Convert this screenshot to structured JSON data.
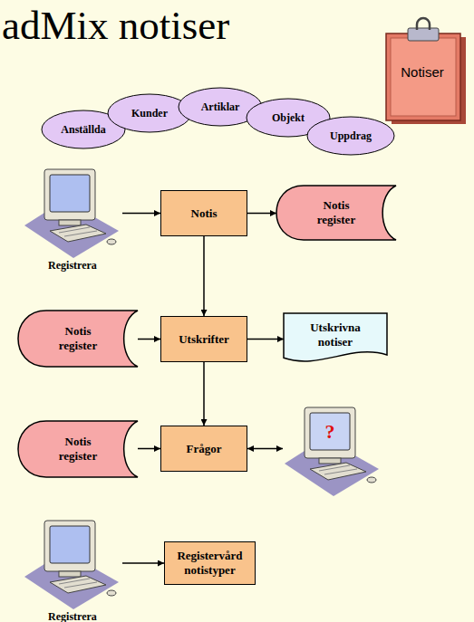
{
  "diagram": {
    "title": "adMix notiser",
    "nodes": [
      {
        "text": [
          "Notiser"
        ]
      },
      {
        "text": [
          "Anställda"
        ]
      },
      {
        "text": [
          "Kunder"
        ]
      },
      {
        "text": [
          "Artiklar"
        ]
      },
      {
        "text": [
          "Objekt"
        ]
      },
      {
        "text": [
          "Uppdrag"
        ]
      },
      {
        "text": [
          "Registrera"
        ]
      },
      {
        "text": [
          "Notis"
        ]
      },
      {
        "text": [
          "Notis register"
        ]
      },
      {
        "text": [
          "Notis register"
        ]
      },
      {
        "text": [
          "Utskrifter"
        ]
      },
      {
        "text": [
          "Utskrivna notiser"
        ]
      },
      {
        "text": [
          "Notis register"
        ]
      },
      {
        "text": [
          "Frågor"
        ]
      },
      {
        "text": [
          "?"
        ]
      },
      {
        "text": [
          "Registrera"
        ]
      },
      {
        "text": [
          "Registervård notistyper"
        ]
      }
    ],
    "edges": [
      {
        "from": 6,
        "to": 7,
        "arrow": "to"
      },
      {
        "from": 7,
        "to": 8,
        "arrow": "to"
      },
      {
        "from": 7,
        "to": 10,
        "arrow": "to"
      },
      {
        "from": 9,
        "to": 10,
        "arrow": "to"
      },
      {
        "from": 10,
        "to": 11,
        "arrow": "to"
      },
      {
        "from": 10,
        "to": 13,
        "arrow": "to"
      },
      {
        "from": 12,
        "to": 13,
        "arrow": "to"
      },
      {
        "from": 13,
        "to": 14,
        "arrow": "both"
      },
      {
        "from": 15,
        "to": 16,
        "arrow": "to"
      }
    ]
  }
}
